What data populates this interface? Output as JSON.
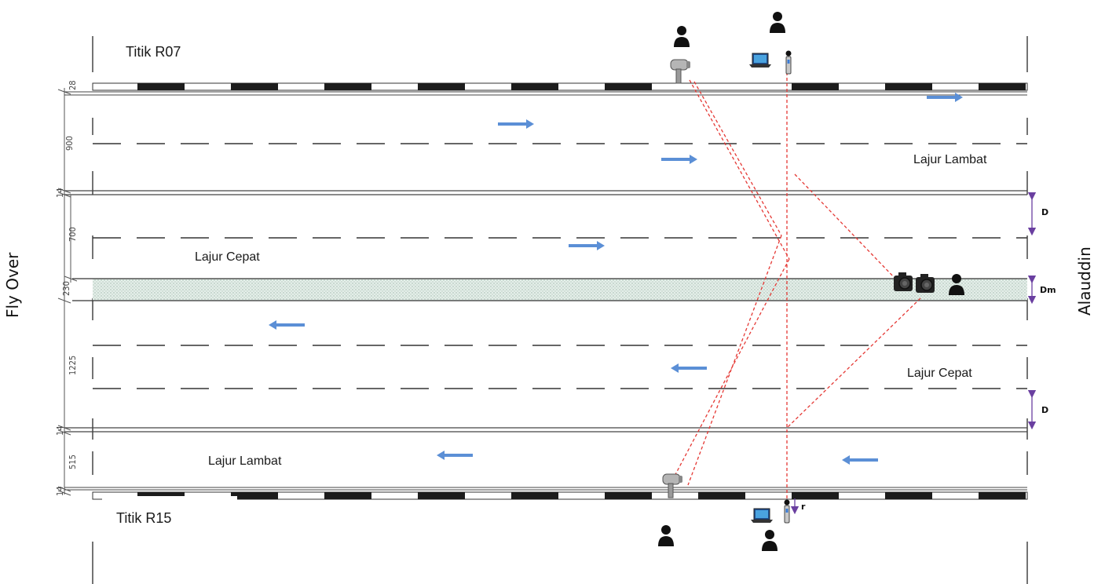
{
  "labels": {
    "titik_top": "Titik R07",
    "titik_bottom": "Titik  R15",
    "left_side": "Fly Over",
    "right_side": "Alauddin",
    "lajur_lambat_top": "Lajur Lambat",
    "lajur_cepat_top": "Lajur Cepat",
    "lajur_cepat_bottom": "Lajur Cepat",
    "lajur_lambat_bottom": "Lajur Lambat"
  },
  "dimensions": [
    "28",
    "900",
    "14",
    "700",
    "230",
    "1225",
    "14",
    "515",
    "14"
  ],
  "annotations": {
    "d_top": "D",
    "dm": "Dm",
    "d_bottom": "D",
    "r": "r"
  },
  "colors": {
    "arrow": "#5b8fd6",
    "sight_line": "#e53935",
    "d_marker": "#6a3fa0",
    "median": "#dde9e3",
    "curb_dark": "#1c1c1c"
  },
  "icons": {
    "person": "person-icon",
    "speed_gun": "speed-gun-icon",
    "laptop": "laptop-icon",
    "sound_meter": "sound-level-meter-icon",
    "camera": "camera-icon"
  }
}
